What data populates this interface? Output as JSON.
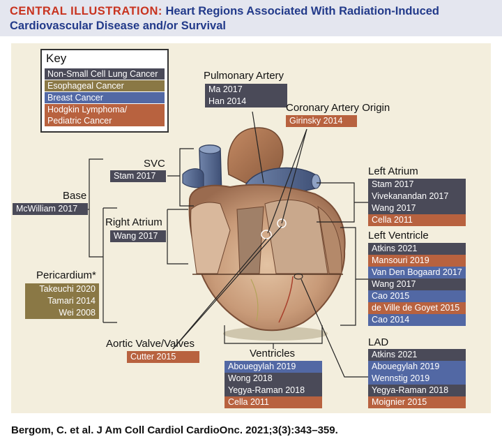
{
  "header": {
    "prefix": "CENTRAL ILLUSTRATION:",
    "title": "Heart Regions Associated With Radiation-Induced Cardiovascular Disease and/or Survival"
  },
  "key": {
    "title": "Key",
    "items": [
      {
        "label": "Non-Small Cell Lung Cancer",
        "color": "#4a4a58"
      },
      {
        "label": "Esophageal Cancer",
        "color": "#8a7845"
      },
      {
        "label": "Breast Cancer",
        "color": "#5268a4"
      },
      {
        "label": "Hodgkin Lymphoma/",
        "label2": "Pediatric Cancer",
        "color": "#b8623f"
      }
    ]
  },
  "regions": {
    "pulmonary_artery": {
      "title": "Pulmonary Artery",
      "studies": [
        "Ma 2017",
        "Han 2014"
      ]
    },
    "coronary_origin": {
      "title": "Coronary Artery Origin",
      "studies": [
        "Girinsky 2014"
      ]
    },
    "svc": {
      "title": "SVC",
      "studies": [
        "Stam 2017"
      ]
    },
    "base": {
      "title": "Base",
      "studies": [
        "McWilliam 2017"
      ]
    },
    "right_atrium": {
      "title": "Right Atrium",
      "studies": [
        "Wang 2017"
      ]
    },
    "pericardium": {
      "title": "Pericardium*",
      "studies": [
        "Takeuchi 2020",
        "Tamari 2014",
        "Wei 2008"
      ]
    },
    "left_atrium": {
      "title": "Left Atrium",
      "studies": [
        "Stam 2017",
        "Vivekanandan 2017",
        "Wang 2017",
        "Cella 2011"
      ]
    },
    "left_ventricle": {
      "title": "Left Ventricle",
      "studies": [
        "Atkins 2021",
        "Mansouri 2019",
        "Van Den Bogaard 2017",
        "Wang 2017",
        "Cao 2015",
        "de Ville de Goyet 2015",
        "Cao 2014"
      ]
    },
    "aortic_valve": {
      "title": "Aortic Valve/Valves",
      "studies": [
        "Cutter 2015"
      ]
    },
    "ventricles": {
      "title": "Ventricles",
      "studies": [
        "Abouegylah 2019",
        "Wong 2018",
        "Yegya-Raman 2018",
        "Cella 2011"
      ]
    },
    "lad": {
      "title": "LAD",
      "studies": [
        "Atkins 2021",
        "Abouegylah 2019",
        "Wennstig 2019",
        "Yegya-Raman 2018",
        "Moignier 2015"
      ]
    }
  },
  "citation": "Bergom, C. et al. J Am Coll Cardiol CardioOnc. 2021;3(3):343–359."
}
